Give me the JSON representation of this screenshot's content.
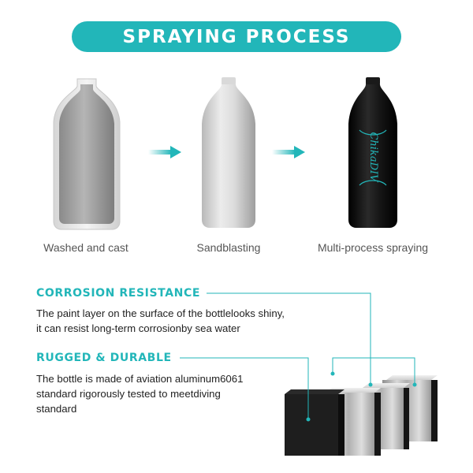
{
  "banner": {
    "title": "SPRAYING PROCESS"
  },
  "stages": [
    {
      "label": "Washed and cast"
    },
    {
      "label": "Sandblasting"
    },
    {
      "label": "Multi-process spraying"
    }
  ],
  "bottle_logo_text": "ChikaDIV",
  "features": [
    {
      "title": "CORROSION RESISTANCE",
      "lines": [
        "The paint layer on the surface of the bottlelooks shiny,",
        "it can resist long-term corrosionby sea water"
      ]
    },
    {
      "title": "RUGGED & DURABLE",
      "lines": [
        "The bottle is made of aviation aluminum6061",
        "standard rigorously tested to meetdiving",
        "standard"
      ]
    }
  ],
  "colors": {
    "accent": "#22b6b9",
    "text": "#222222",
    "bottle_black": "#111111"
  },
  "icons": [
    "right-arrow-icon",
    "right-arrow-icon"
  ]
}
